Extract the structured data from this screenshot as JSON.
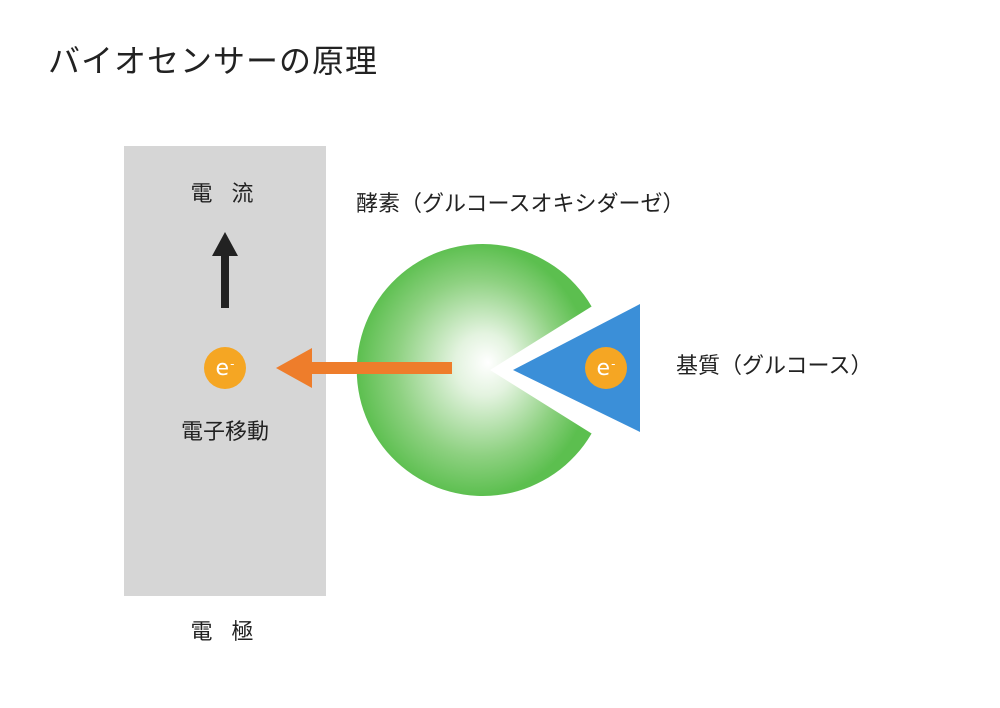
{
  "title": "バイオセンサーの原理",
  "electrode": {
    "label": "電 極",
    "current_label": "電 流",
    "electron_move_label": "電子移動"
  },
  "electron": {
    "symbol": "e",
    "superscript": "-",
    "color": "#f5a623"
  },
  "enzyme": {
    "label": "酵素（グルコースオキシダーゼ）",
    "color": "#5cbf4f"
  },
  "substrate": {
    "label": "基質（グルコース）",
    "color": "#3b8fd8"
  },
  "colors": {
    "electrode": "#d6d6d6",
    "arrow_transfer": "#ee7d2b",
    "arrow_current": "#222222"
  }
}
